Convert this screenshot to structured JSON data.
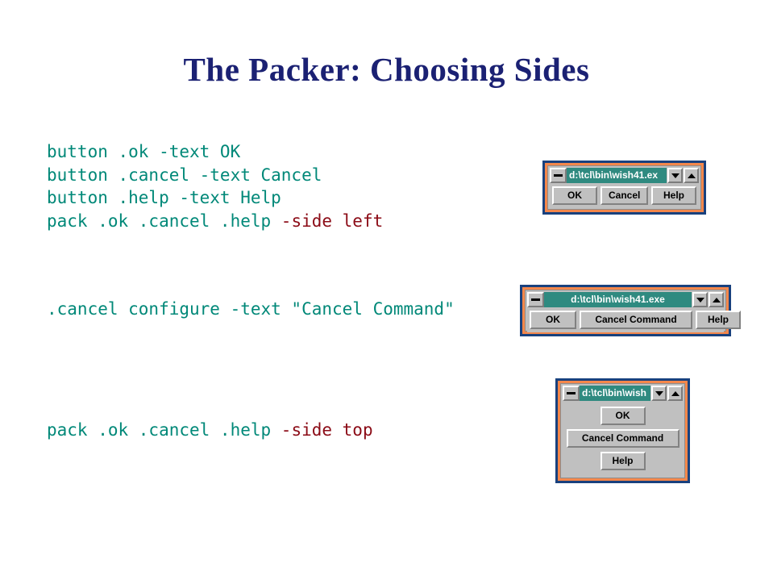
{
  "slide": {
    "title": "The Packer: Choosing Sides",
    "title_color": "#1b2173",
    "background_color": "#ffffff"
  },
  "code": {
    "color": "#008878",
    "accent_color": "#8b0b16",
    "block1": {
      "line1": "button .ok -text OK",
      "line2": "button .cancel -text Cancel",
      "line3": "button .help -text Help",
      "line4_main": "pack .ok .cancel .help ",
      "line4_accent": "-side left"
    },
    "block2": {
      "line1": ".cancel configure -text \"Cancel Command\""
    },
    "block3": {
      "line1_main": "pack .ok .cancel .help ",
      "line1_accent": "-side top"
    }
  },
  "windows": [
    {
      "id": "win-1",
      "title": "d:\\tcl\\bin\\wish41.ex",
      "title_align": "left",
      "layout": "side-left",
      "minimize_icon": "minimize-icon",
      "down_icon": "triangle-down-icon",
      "up_icon": "triangle-up-icon",
      "buttons": [
        {
          "label": "OK"
        },
        {
          "label": "Cancel"
        },
        {
          "label": "Help"
        }
      ]
    },
    {
      "id": "win-2",
      "title": "d:\\tcl\\bin\\wish41.exe",
      "title_align": "center",
      "layout": "side-left",
      "minimize_icon": "minimize-icon",
      "down_icon": "triangle-down-icon",
      "up_icon": "triangle-up-icon",
      "buttons": [
        {
          "label": "OK"
        },
        {
          "label": "Cancel Command"
        },
        {
          "label": "Help"
        }
      ]
    },
    {
      "id": "win-3",
      "title": "d:\\tcl\\bin\\wish",
      "title_align": "left",
      "layout": "side-top",
      "minimize_icon": "minimize-icon",
      "down_icon": "triangle-down-icon",
      "up_icon": "triangle-up-icon",
      "buttons": [
        {
          "label": "OK"
        },
        {
          "label": "Cancel Command"
        },
        {
          "label": "Help"
        }
      ]
    }
  ],
  "theme": {
    "window_outer_border": "#19417e",
    "window_inner_frame": "#f4874b",
    "window_face": "#c0c0c0",
    "titlebar_active": "#2f8a80",
    "titlebar_text": "#ffffff"
  }
}
